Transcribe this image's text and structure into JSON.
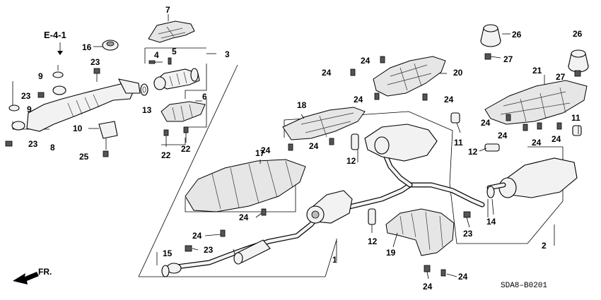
{
  "diagram": {
    "reference": "E-4-1",
    "code": "SDA8–B0201",
    "direction_label": "FR.",
    "callouts": {
      "c7": "7",
      "c16": "16",
      "c4": "4",
      "c5": "5",
      "c3": "3",
      "c23a": "23",
      "c9a": "9",
      "c23b": "23",
      "c9b": "9",
      "c13": "13",
      "c6": "6",
      "c10": "10",
      "c8": "8",
      "c23c": "23",
      "c25": "25",
      "c22a": "22",
      "c22b": "22",
      "c26a": "26",
      "c27a": "27",
      "c26b": "26",
      "c27b": "27",
      "c24a": "24",
      "c24b": "24",
      "c20": "20",
      "c24c": "24",
      "c24d": "24",
      "c21": "21",
      "c18": "18",
      "c11a": "11",
      "c11b": "11",
      "c24e": "24",
      "c24f": "24",
      "c24g": "24",
      "c24h": "24",
      "c24i": "24",
      "c24j": "24",
      "c12a": "12",
      "c12b": "12",
      "c17": "17",
      "c24k": "24",
      "c24l": "24",
      "c15": "15",
      "c23d": "23",
      "c1": "1",
      "c12c": "12",
      "c19": "19",
      "c23e": "23",
      "c14": "14",
      "c2": "2",
      "c24m": "24",
      "c24n": "24"
    }
  }
}
